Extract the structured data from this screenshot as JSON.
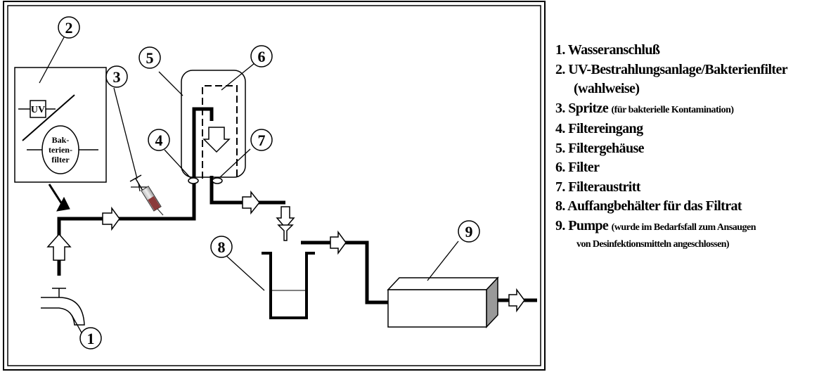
{
  "diagram": {
    "markers": [
      "1",
      "2",
      "3",
      "4",
      "5",
      "6",
      "7",
      "8",
      "9"
    ],
    "uv_label": "UV",
    "bacteria_filter_label": [
      "Bak-",
      "terien-",
      "filter"
    ]
  },
  "legend": {
    "items": [
      {
        "main": "1. Wasseranschluß"
      },
      {
        "main": "2. UV-Bestrahlungsanlage/Bakterienfilter",
        "cont": "(wahlweise)"
      },
      {
        "main": "3. Spritze",
        "note": "(für bakterielle Kontamination)"
      },
      {
        "main": "4. Filtereingang"
      },
      {
        "main": "5. Filtergehäuse"
      },
      {
        "main": "6. Filter"
      },
      {
        "main": "7. Filteraustritt"
      },
      {
        "main": "8. Auffangbehälter für das Filtrat"
      },
      {
        "main": "9. Pumpe",
        "note": "(wurde im Bedarfsfall zum Ansaugen",
        "cont_small": "von Desinfektionsmitteln angeschlossen)"
      }
    ]
  }
}
